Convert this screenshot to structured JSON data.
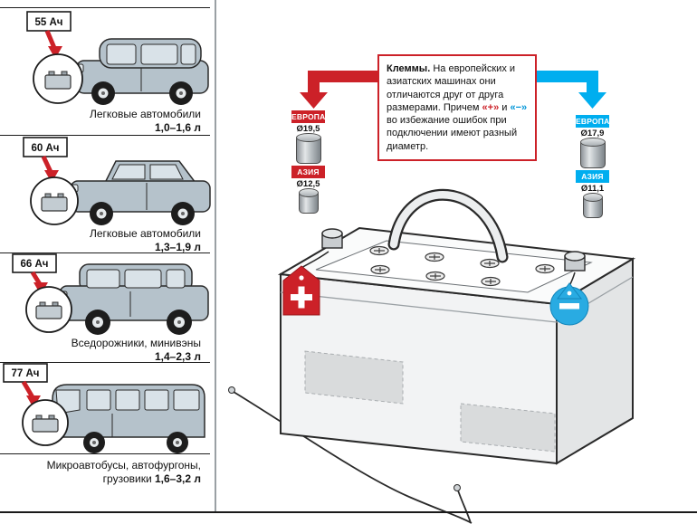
{
  "left_panel": {
    "sections": [
      {
        "capacity": "55 Ач",
        "name": "Легковые автомобили",
        "name2": "",
        "range": "1,0–1,6 л"
      },
      {
        "capacity": "60 Ач",
        "name": "Легковые автомобили",
        "name2": "",
        "range": "1,3–1,9 л"
      },
      {
        "capacity": "66 Ач",
        "name": "Вседорожники, минивэны",
        "name2": "",
        "range": "1,4–2,3 л"
      },
      {
        "capacity": "77 Ач",
        "name": "Микроавтобусы, автофургоны,",
        "name2": "грузовики",
        "range": "1,6–3,2 л"
      }
    ]
  },
  "callout": {
    "title": "Клеммы.",
    "text_1": "На европейских и азиатских машинах они отличаются друг от друга размерами. Причем",
    "plus_sign": "«+»",
    "text_2": "и",
    "minus_sign": "«−»",
    "text_3": "во избежание ошибок при подключении имеют разный диаметр."
  },
  "terminals": {
    "positive": {
      "europe_label": "ЕВРОПА",
      "europe_diameter": "Ø19,5",
      "asia_label": "АЗИЯ",
      "asia_diameter": "Ø12,5",
      "sign": "+",
      "color": "#cc2128"
    },
    "negative": {
      "europe_label": "ЕВРОПА",
      "europe_diameter": "Ø17,9",
      "asia_label": "АЗИЯ",
      "asia_diameter": "Ø11,1",
      "sign": "−",
      "color": "#00aeef"
    }
  },
  "colors": {
    "positive_red": "#cc2128",
    "negative_blue": "#00aeef",
    "body_gray": "#b5c2cb"
  }
}
